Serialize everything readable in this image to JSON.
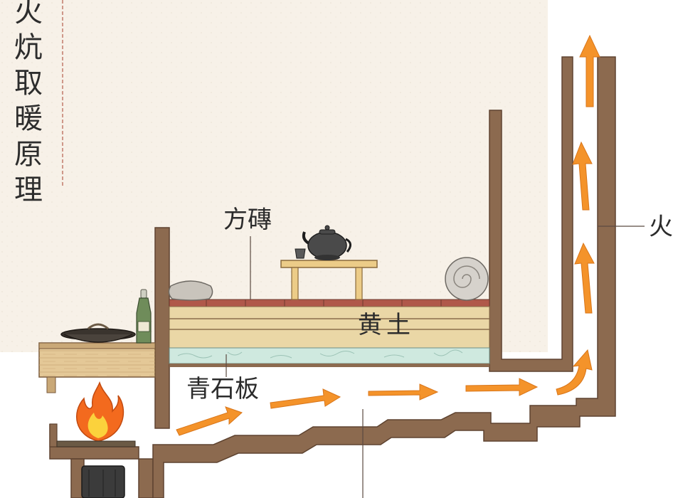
{
  "title": {
    "chars": [
      "火",
      "炕",
      "取",
      "暖",
      "原",
      "理"
    ]
  },
  "labels": {
    "brick": "方磚",
    "earth": "黄土",
    "slate": "青石板",
    "flue": "火"
  },
  "colors": {
    "paper": "#f7f1e8",
    "wall": "#8c6a4f",
    "wall_outline": "#5e4330",
    "earth": "#ead7a6",
    "slate": "#cfe9df",
    "brick": "#b0584a",
    "arrow": "#f4932a",
    "flame": "#f36a1e"
  },
  "icons": [
    "teapot-icon",
    "flame-icon",
    "bottle-icon",
    "pot-icon",
    "pillow-icon",
    "bedroll-icon",
    "coal-icon"
  ]
}
